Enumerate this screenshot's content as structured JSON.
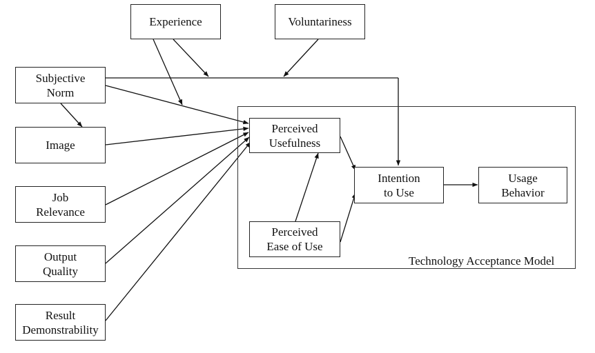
{
  "nodes": {
    "experience": {
      "lines": [
        "Experience"
      ]
    },
    "voluntariness": {
      "lines": [
        "Voluntariness"
      ]
    },
    "subjective_norm": {
      "lines": [
        "Subjective",
        "Norm"
      ]
    },
    "image": {
      "lines": [
        "Image"
      ]
    },
    "job_relevance": {
      "lines": [
        "Job",
        "Relevance"
      ]
    },
    "output_quality": {
      "lines": [
        "Output",
        "Quality"
      ]
    },
    "result_demonstrability": {
      "lines": [
        "Result",
        "Demonstrability"
      ]
    },
    "perceived_usefulness": {
      "lines": [
        "Perceived",
        "Usefulness"
      ]
    },
    "perceived_ease_of_use": {
      "lines": [
        "Perceived",
        "Ease of Use"
      ]
    },
    "intention_to_use": {
      "lines": [
        "Intention",
        "to Use"
      ]
    },
    "usage_behavior": {
      "lines": [
        "Usage",
        "Behavior"
      ]
    }
  },
  "frame": {
    "label": "Technology Acceptance Model"
  },
  "edges": [
    {
      "from": "subjective_norm",
      "to": "perceived_usefulness"
    },
    {
      "from": "subjective_norm",
      "to": "image"
    },
    {
      "from": "subjective_norm",
      "to": "intention_to_use"
    },
    {
      "from": "image",
      "to": "perceived_usefulness"
    },
    {
      "from": "job_relevance",
      "to": "perceived_usefulness"
    },
    {
      "from": "output_quality",
      "to": "perceived_usefulness"
    },
    {
      "from": "result_demonstrability",
      "to": "perceived_usefulness"
    },
    {
      "from": "experience",
      "to": "subjective_norm-to-perceived_usefulness",
      "type": "moderator"
    },
    {
      "from": "experience",
      "to": "subjective_norm-to-intention_to_use",
      "type": "moderator"
    },
    {
      "from": "voluntariness",
      "to": "subjective_norm-to-intention_to_use",
      "type": "moderator"
    },
    {
      "from": "perceived_ease_of_use",
      "to": "perceived_usefulness"
    },
    {
      "from": "perceived_usefulness",
      "to": "intention_to_use"
    },
    {
      "from": "perceived_ease_of_use",
      "to": "intention_to_use"
    },
    {
      "from": "intention_to_use",
      "to": "usage_behavior"
    }
  ]
}
